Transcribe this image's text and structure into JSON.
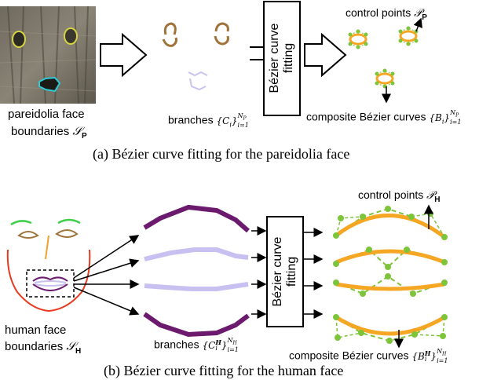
{
  "panel_a": {
    "caption": "(a) Bézier curve fitting for the pareidolia face",
    "photo_label_line1": "pareidolia face",
    "photo_label_line2": "boundaries",
    "photo_label_math": "𝒮",
    "photo_label_sub": "P",
    "branches_label": "branches",
    "branches_math": "{C",
    "branches_math_sub": "i",
    "branches_math_close": "}",
    "branches_sup": "N",
    "branches_sup_sub": "P",
    "branches_sub": "i=1",
    "box_label": "Bézier curve fitting",
    "control_points_label": "control points",
    "control_points_math": "𝒫",
    "control_points_sub": "P",
    "composite_label": "composite Bézier curves",
    "composite_math": "{B",
    "composite_math_sub": "i",
    "composite_math_close": "}",
    "composite_sup": "N",
    "composite_sup_sub": "P",
    "composite_sub": "i=1"
  },
  "panel_b": {
    "caption": "(b) Bézier curve fitting for the human face",
    "face_label_line1": "human face",
    "face_label_line2": "boundaries",
    "face_label_math": "𝒮",
    "face_label_sub": "H",
    "branches_label": "branches",
    "branches_math": "{C",
    "branches_math_sup": "H",
    "branches_math_sub": "i",
    "branches_math_close": "}",
    "branches_sup": "N",
    "branches_sup_sub": "H",
    "branches_sub": "i=1",
    "box_label": "Bézier curve fitting",
    "control_points_label": "control points",
    "control_points_math": "𝒫",
    "control_points_sub": "H",
    "composite_label": "composite Bézier curves",
    "composite_math": "{B",
    "composite_math_sup": "H",
    "composite_math_sub": "i",
    "composite_math_close": "}",
    "composite_sup": "N",
    "composite_sup_sub": "H",
    "composite_sub": "i=1"
  },
  "colors": {
    "brown": "#a0733a",
    "lavender": "#c9c3ee",
    "purple": "#6b1a6e",
    "light_purple": "#c7c0f0",
    "orange": "#f5a623",
    "green": "#7dc43a",
    "red": "#e8391d",
    "face_orange": "#f0a030"
  },
  "icons": [
    "hollow-right-arrow-icon",
    "arrow-icon"
  ]
}
